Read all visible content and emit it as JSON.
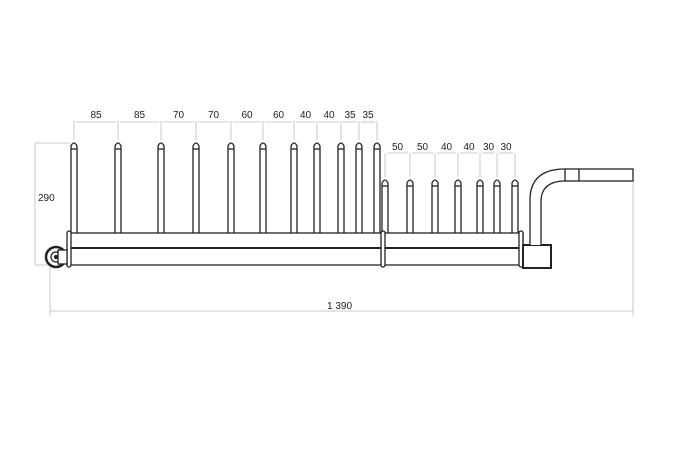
{
  "drawing": {
    "height_label": "290",
    "length_label": "1 390",
    "upper_spacings": [
      "85",
      "85",
      "70",
      "70",
      "60",
      "60",
      "40",
      "40",
      "35",
      "35"
    ],
    "lower_spacings": [
      "50",
      "50",
      "40",
      "40",
      "30",
      "30"
    ]
  }
}
